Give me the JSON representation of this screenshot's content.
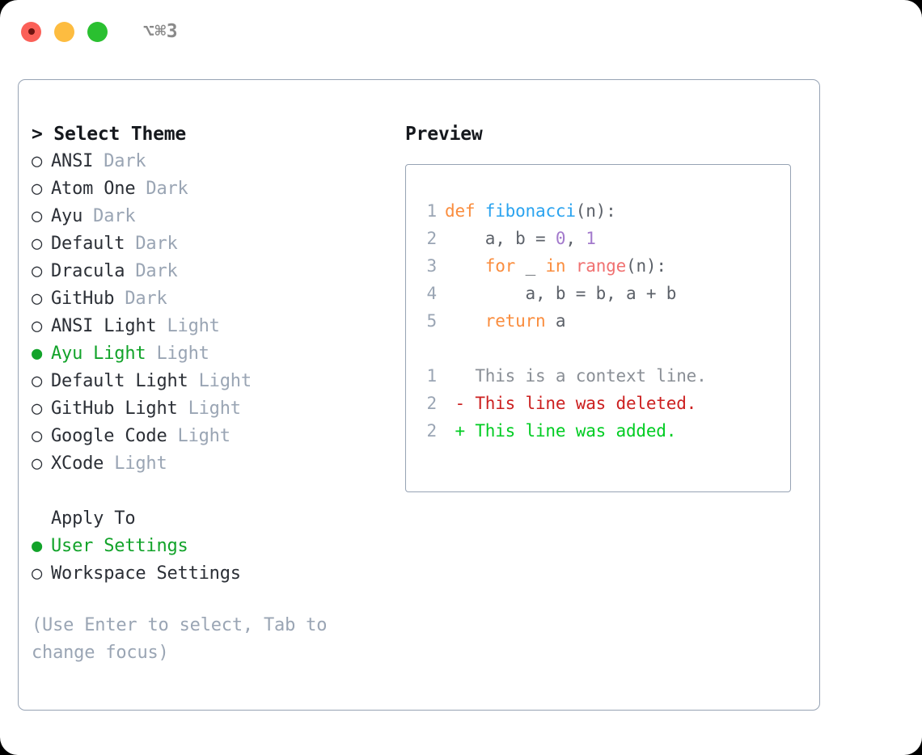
{
  "window": {
    "traffic_lights": [
      "close-red",
      "minimize-yellow",
      "zoom-green"
    ],
    "shortcut": "⌥⌘3"
  },
  "theme_section": {
    "header": "> Select Theme",
    "themes": [
      {
        "marker": "○",
        "name": "ANSI",
        "variant": "Dark",
        "selected": false
      },
      {
        "marker": "○",
        "name": "Atom One",
        "variant": "Dark",
        "selected": false
      },
      {
        "marker": "○",
        "name": "Ayu",
        "variant": "Dark",
        "selected": false
      },
      {
        "marker": "○",
        "name": "Default",
        "variant": "Dark",
        "selected": false
      },
      {
        "marker": "○",
        "name": "Dracula",
        "variant": "Dark",
        "selected": false
      },
      {
        "marker": "○",
        "name": "GitHub",
        "variant": "Dark",
        "selected": false
      },
      {
        "marker": "○",
        "name": "ANSI Light",
        "variant": "Light",
        "selected": false
      },
      {
        "marker": "●",
        "name": "Ayu Light",
        "variant": "Light",
        "selected": true
      },
      {
        "marker": "○",
        "name": "Default Light",
        "variant": "Light",
        "selected": false
      },
      {
        "marker": "○",
        "name": "GitHub Light",
        "variant": "Light",
        "selected": false
      },
      {
        "marker": "○",
        "name": "Google Code",
        "variant": "Light",
        "selected": false
      },
      {
        "marker": "○",
        "name": "XCode",
        "variant": "Light",
        "selected": false
      }
    ]
  },
  "apply_section": {
    "header": "Apply To",
    "options": [
      {
        "marker": "●",
        "name": "User Settings",
        "selected": true
      },
      {
        "marker": "○",
        "name": "Workspace Settings",
        "selected": false
      }
    ]
  },
  "hint": "(Use Enter to select, Tab to change focus)",
  "preview": {
    "title": "Preview",
    "code_lines": [
      {
        "num": "1",
        "tokens": [
          {
            "t": "def ",
            "c": "kw"
          },
          {
            "t": "fibonacci",
            "c": "fn"
          },
          {
            "t": "(n):",
            "c": "txt"
          }
        ]
      },
      {
        "num": "2",
        "tokens": [
          {
            "t": "    a, b = ",
            "c": "txt"
          },
          {
            "t": "0",
            "c": "num"
          },
          {
            "t": ", ",
            "c": "txt"
          },
          {
            "t": "1",
            "c": "num"
          }
        ]
      },
      {
        "num": "3",
        "tokens": [
          {
            "t": "    ",
            "c": "txt"
          },
          {
            "t": "for",
            "c": "kw"
          },
          {
            "t": " _ ",
            "c": "txt"
          },
          {
            "t": "in",
            "c": "kw"
          },
          {
            "t": " ",
            "c": "txt"
          },
          {
            "t": "range",
            "c": "call"
          },
          {
            "t": "(n):",
            "c": "txt"
          }
        ]
      },
      {
        "num": "4",
        "tokens": [
          {
            "t": "        a, b = b, a + b",
            "c": "txt"
          }
        ]
      },
      {
        "num": "5",
        "tokens": [
          {
            "t": "    ",
            "c": "txt"
          },
          {
            "t": "return",
            "c": "kw"
          },
          {
            "t": " a",
            "c": "txt"
          }
        ]
      }
    ],
    "diff_lines": [
      {
        "num": "1",
        "tokens": [
          {
            "t": "   This is a context line.",
            "c": "ctx"
          }
        ]
      },
      {
        "num": "2",
        "tokens": [
          {
            "t": " - This line was deleted.",
            "c": "del"
          }
        ]
      },
      {
        "num": "2",
        "tokens": [
          {
            "t": " + This line was added.",
            "c": "add"
          }
        ]
      }
    ]
  },
  "colors": {
    "accent_green": "#12a32a",
    "border": "#97a3b4",
    "muted": "#9aa5b4",
    "text": "#2b2f36",
    "keyword": "#fa8d3e",
    "function": "#2aa3ef",
    "call": "#f07171",
    "number": "#a37acc",
    "diff_added": "#00cc22",
    "diff_deleted": "#cc2020"
  }
}
